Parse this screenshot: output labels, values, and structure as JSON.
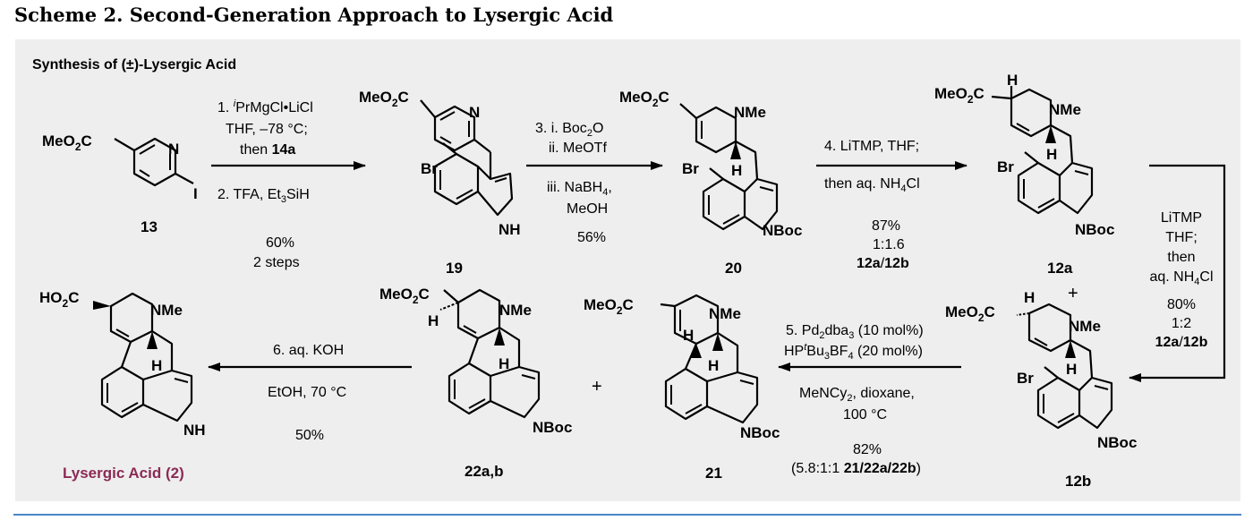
{
  "title": "Scheme 2. Second-Generation Approach to Lysergic Acid",
  "panel_title": "Synthesis of (±)-Lysergic Acid",
  "colors": {
    "panel_bg": "#eeeeee",
    "accent": "#8b2a55",
    "rule": "#4a86c5",
    "ink": "#000000"
  },
  "compounds": {
    "c13": {
      "label": "13",
      "ester": "MeO",
      "ester_sub": "2",
      "ester_tail": "C",
      "n": "N",
      "i": "I"
    },
    "c19": {
      "label": "19",
      "ester": "MeO",
      "ester_sub": "2",
      "ester_tail": "C",
      "n": "N",
      "br": "Br",
      "nh": "NH"
    },
    "c20": {
      "label": "20",
      "ester": "MeO",
      "ester_sub": "2",
      "ester_tail": "C",
      "nme": "NMe",
      "h": "H",
      "br": "Br",
      "nboc": "NBoc"
    },
    "c12a": {
      "label": "12a",
      "ester": "MeO",
      "ester_sub": "2",
      "ester_tail": "C",
      "h1": "H",
      "nme": "NMe",
      "h2": "H",
      "br": "Br",
      "nboc": "NBoc"
    },
    "c12b": {
      "label": "12b",
      "ester": "MeO",
      "ester_sub": "2",
      "ester_tail": "C",
      "h1": "H",
      "nme": "NMe",
      "h2": "H",
      "br": "Br",
      "nboc": "NBoc"
    },
    "c21": {
      "label": "21",
      "ester": "MeO",
      "ester_sub": "2",
      "ester_tail": "C",
      "nme": "NMe",
      "h1": "H",
      "h2": "H",
      "nboc": "NBoc"
    },
    "c22": {
      "label": "22a,b",
      "ester": "MeO",
      "ester_sub": "2",
      "ester_tail": "C",
      "h1": "H",
      "nme": "NMe",
      "h2": "H",
      "nboc": "NBoc"
    },
    "c2": {
      "label": "Lysergic Acid (2)",
      "acid": "HO",
      "acid_sub": "2",
      "acid_tail": "C",
      "nme": "NMe",
      "h": "H",
      "nh": "NH"
    }
  },
  "step1": {
    "line1_pre": "1. ",
    "line1_sup": "i",
    "line1_post": "PrMgCl•LiCl",
    "line2": "THF, –78 °C;",
    "line3_pre": "then ",
    "line3_bold": "14a",
    "line4_pre": "2. TFA, Et",
    "line4_sub": "3",
    "line4_post": "SiH",
    "yield": "60%",
    "note": "2 steps"
  },
  "step3": {
    "line1_pre": "3. i. Boc",
    "line1_sub": "2",
    "line1_post": "O",
    "line2": "ii. MeOTf",
    "line3_pre": "iii. NaBH",
    "line3_sub": "4",
    "line3_post": ",",
    "line4": "MeOH",
    "yield": "56%"
  },
  "step4": {
    "line1": "4. LiTMP, THF;",
    "line2_pre": "then aq. NH",
    "line2_sub": "4",
    "line2_post": "Cl",
    "yield": "87%",
    "ratio": "1:1.6",
    "ratio_a": "12a",
    "ratio_slash": "/",
    "ratio_b": "12b"
  },
  "equil": {
    "line1": "LiTMP",
    "line2": "THF;",
    "line3": "then",
    "line4_pre": "aq. NH",
    "line4_sub": "4",
    "line4_post": "Cl",
    "yield": "80%",
    "ratio": "1:2",
    "ratio_a": "12a",
    "ratio_slash": "/",
    "ratio_b": "12b"
  },
  "step5": {
    "line1_pre": "5. Pd",
    "line1_sub1": "2",
    "line1_mid": "dba",
    "line1_sub2": "3",
    "line1_post": " (10 mol%)",
    "line2_pre": "HP",
    "line2_sup": "t",
    "line2_mid": "Bu",
    "line2_sub1": "3",
    "line2_mid2": "BF",
    "line2_sub2": "4",
    "line2_post": " (20 mol%)",
    "line3_pre": "MeNCy",
    "line3_sub": "2",
    "line3_post": ", dioxane,",
    "line4": "100 °C",
    "yield": "82%",
    "ratio_pre": "(5.8:1:1 ",
    "ratio_bold": "21/22a/22b",
    "ratio_post": ")"
  },
  "step6": {
    "line1": "6. aq. KOH",
    "line2": "EtOH, 70 °C",
    "yield": "50%"
  },
  "plus": "+"
}
